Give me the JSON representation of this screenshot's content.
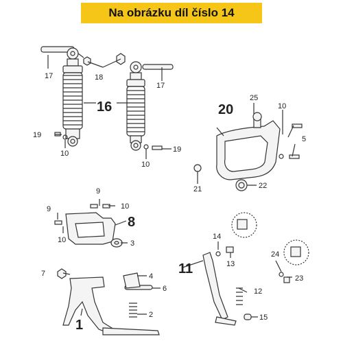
{
  "banner": {
    "text": "Na obrázku díl číslo 14",
    "color": "#f5c518"
  },
  "callouts": {
    "shock_big": "16",
    "stand_bracket_big": "8",
    "rear_bracket_big": "20",
    "side_stand_big": "11",
    "center_stand_big": "1",
    "bolt_left_top": "17",
    "bolt_right_top": "17",
    "nut_top": "18",
    "screw_left": "19",
    "washer_left": "10",
    "washer_right": "10",
    "screw_right": "19",
    "pin_25": "25",
    "washer_20a": "10",
    "washer_20b": "5",
    "bush_21": "21",
    "ring_22": "22",
    "screw_9a": "9",
    "screw_9b": "9",
    "washer_10a": "10",
    "washer_10b": "10",
    "bush_3": "3",
    "bolt_14": "14",
    "bolt_13": "13",
    "spring_12": "12",
    "cap_15": "15",
    "bolt_24": "24",
    "bolt_23": "23",
    "nut_7": "7",
    "bumper_4": "4",
    "pin_6": "6",
    "spring_2": "2"
  },
  "colors": {
    "line": "#333333",
    "part_fill": "#f4f4f4"
  }
}
